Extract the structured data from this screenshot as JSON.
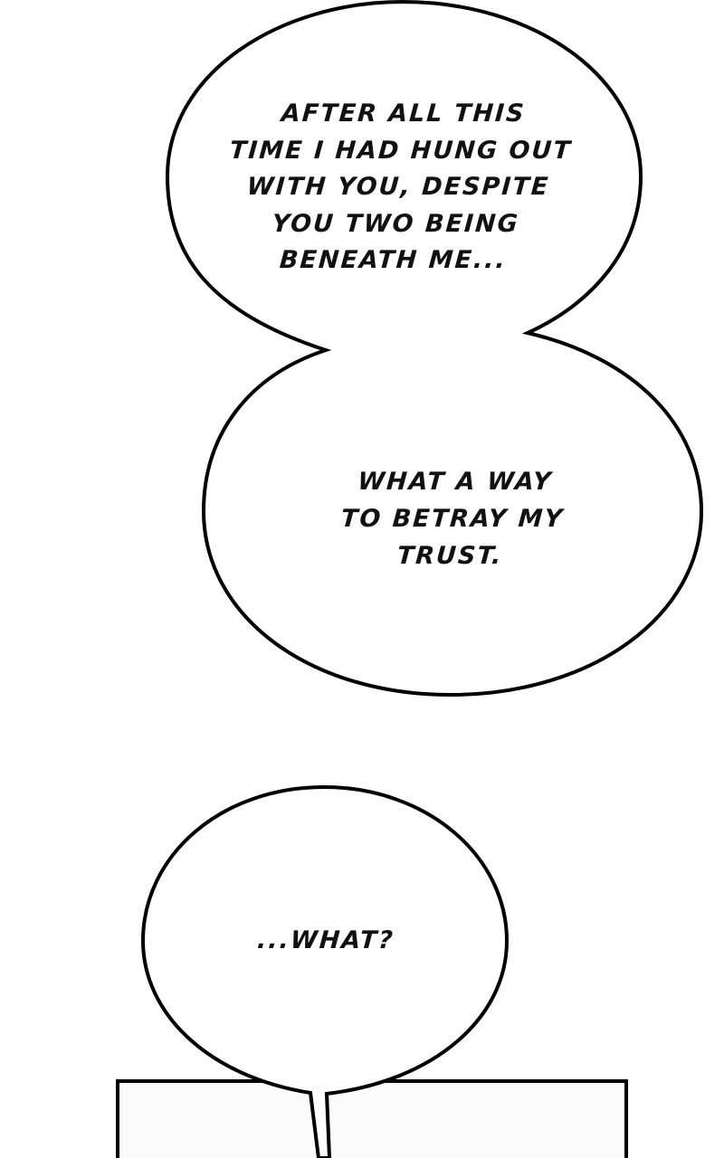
{
  "bubbles": [
    {
      "id": "bubble-top",
      "lines": [
        "AFTER ALL THIS",
        "TIME I HAD HUNG OUT",
        "WITH YOU, DESPITE",
        "YOU TWO BEING",
        "BENEATH ME..."
      ]
    },
    {
      "id": "bubble-middle",
      "lines": [
        "WHAT A WAY",
        "TO BETRAY MY",
        "TRUST."
      ]
    },
    {
      "id": "bubble-bottom",
      "lines": [
        "...WHAT?"
      ]
    }
  ],
  "colors": {
    "background": "#ffffff",
    "outline": "#000000",
    "panel_fill": "#fbfbfb"
  }
}
